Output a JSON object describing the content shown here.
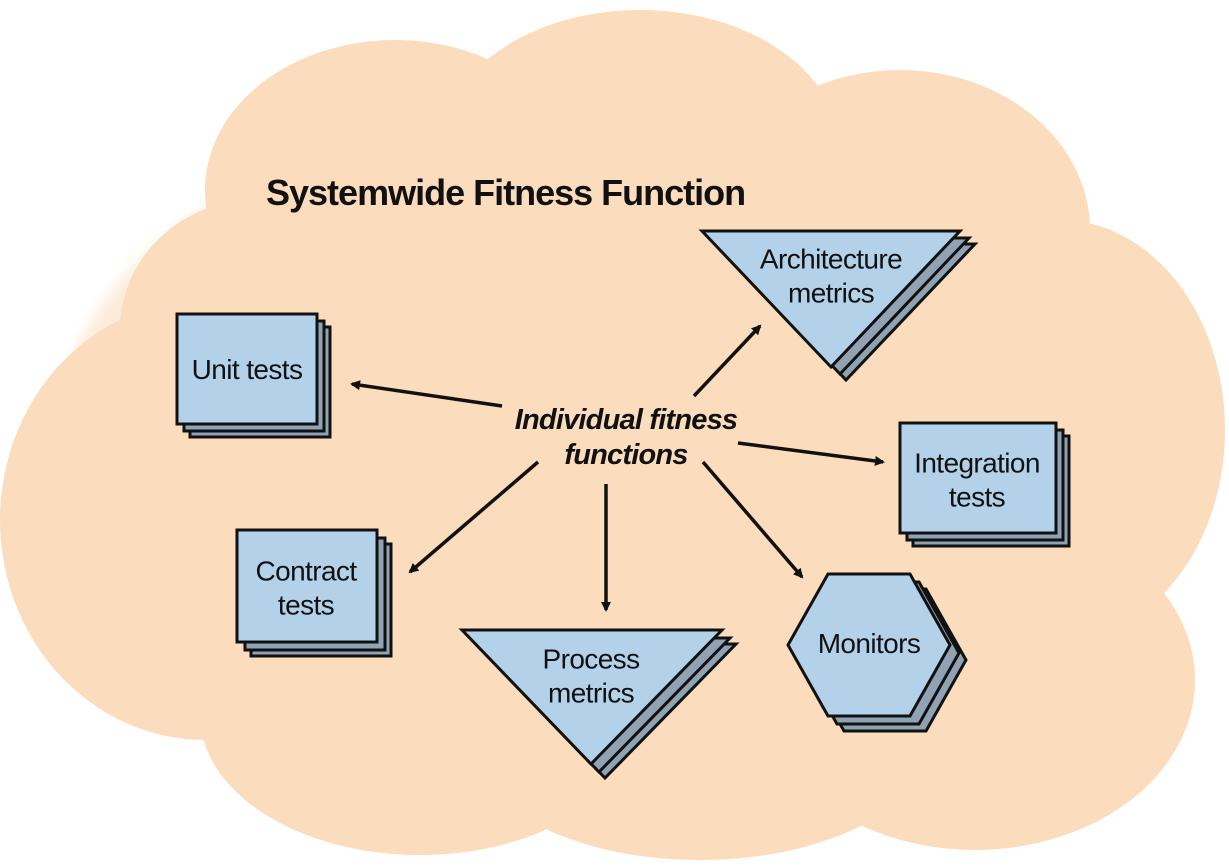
{
  "title": "Systemwide Fitness Function",
  "hub": {
    "line1": "Individual fitness",
    "line2": "functions"
  },
  "nodes": {
    "unit_tests": {
      "line1": "Unit tests"
    },
    "architecture_metrics": {
      "line1": "Architecture",
      "line2": "metrics"
    },
    "integration_tests": {
      "line1": "Integration",
      "line2": "tests"
    },
    "contract_tests": {
      "line1": "Contract",
      "line2": "tests"
    },
    "process_metrics": {
      "line1": "Process",
      "line2": "metrics"
    },
    "monitors": {
      "line1": "Monitors"
    }
  },
  "colors": {
    "cloud": "#fbdcbc",
    "node_fill": "#b3d2ea",
    "stack_fill": "#8fa3b5",
    "outline": "#111111"
  }
}
